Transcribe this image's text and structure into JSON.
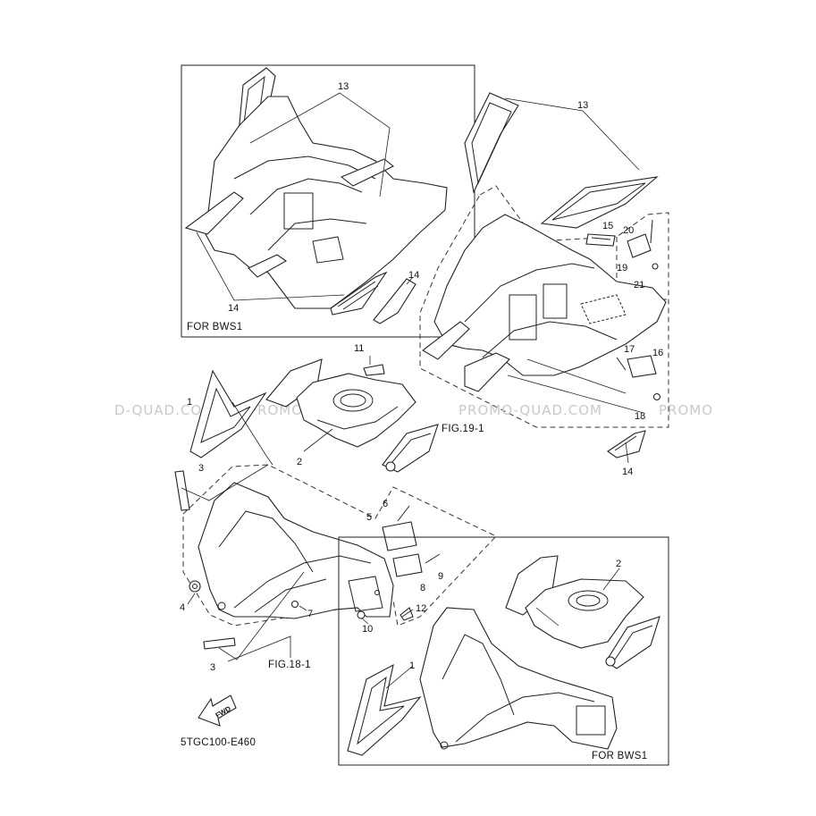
{
  "labels": {
    "n1": "1",
    "n2": "2",
    "n3": "3",
    "n4": "4",
    "n5": "5",
    "n6": "6",
    "n7": "7",
    "n8": "8",
    "n9": "9",
    "n10": "10",
    "n11": "11",
    "n12": "12",
    "n13": "13",
    "n14": "14",
    "n15": "15",
    "n16": "16",
    "n17": "17",
    "n18": "18",
    "n19": "19",
    "n20": "20",
    "n21": "21"
  },
  "captions": {
    "for_bws1": "FOR BWS1",
    "fig_19_1": "FIG.19-1",
    "fig_18_1": "FIG.18-1",
    "fwd": "FWD",
    "drawing_code": "5TGC100-E460"
  },
  "watermark": {
    "segments": [
      "D-QUAD.COM",
      "PROMO-QUAD.COM",
      "PROMO-QUAD.COM",
      "PROMO"
    ]
  },
  "colors": {
    "line": "#222222",
    "watermark": "#c9c9c9",
    "background": "#ffffff"
  }
}
